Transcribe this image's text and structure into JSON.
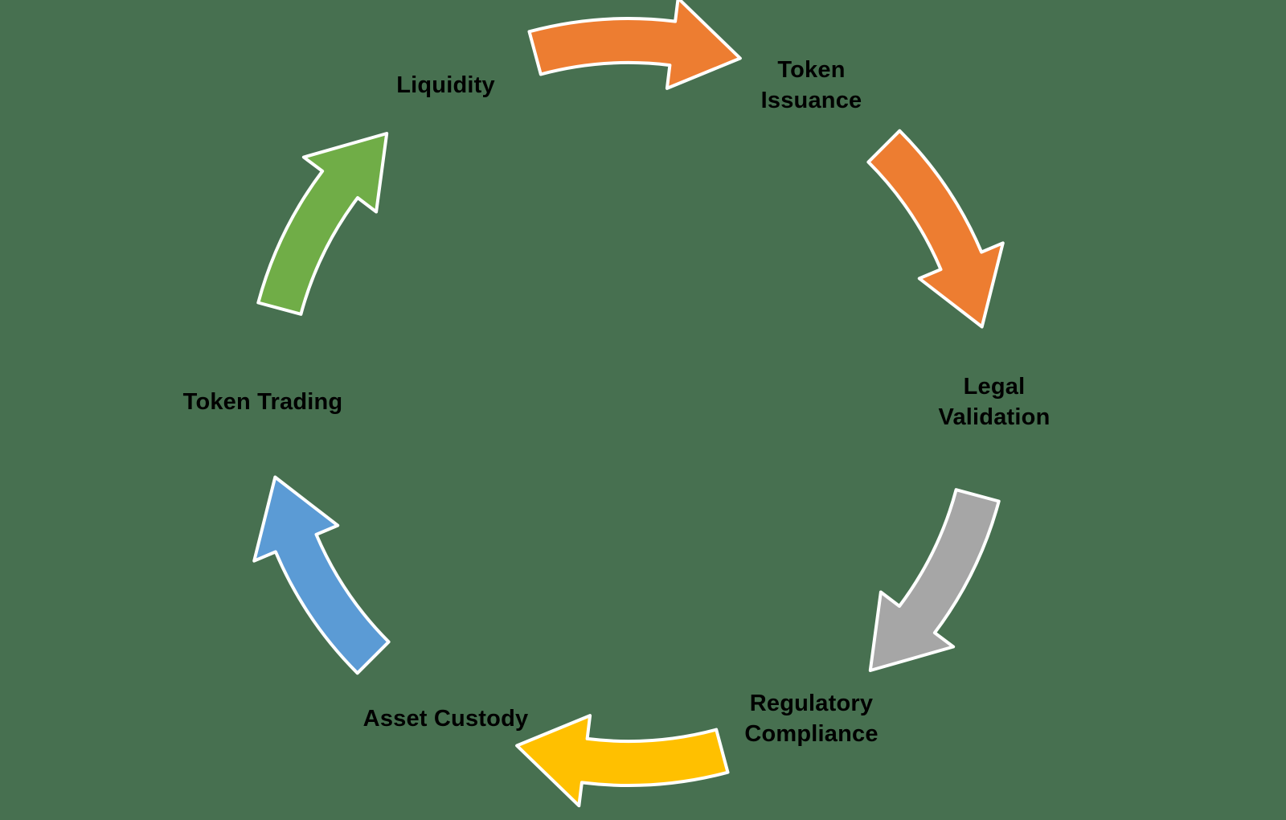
{
  "background_color": "#477050",
  "text_color": "#000000",
  "arrow_outline_color": "#FFFFFF",
  "diagram": {
    "type": "cycle",
    "description": "Six-stage circular process flow with curved block arrows",
    "nodes": [
      {
        "id": "liquidity",
        "label": "Liquidity",
        "lines": [
          "Liquidity"
        ],
        "angle": 120
      },
      {
        "id": "token-issuance",
        "label": "Token Issuance",
        "lines": [
          "Token",
          "Issuance"
        ],
        "angle": 60
      },
      {
        "id": "legal-validation",
        "label": "Legal Validation",
        "lines": [
          "Legal",
          "Validation"
        ],
        "angle": 0
      },
      {
        "id": "regulatory-compliance",
        "label": "Regulatory Compliance",
        "lines": [
          "Regulatory",
          "Compliance"
        ],
        "angle": -60
      },
      {
        "id": "asset-custody",
        "label": "Asset Custody",
        "lines": [
          "Asset Custody"
        ],
        "angle": -120
      },
      {
        "id": "token-trading",
        "label": "Token Trading",
        "lines": [
          "Token Trading"
        ],
        "angle": 180
      }
    ],
    "arrows": [
      {
        "from": "liquidity",
        "to": "token-issuance",
        "color": "#ED7D31"
      },
      {
        "from": "token-issuance",
        "to": "legal-validation",
        "color": "#ED7D31"
      },
      {
        "from": "legal-validation",
        "to": "regulatory-compliance",
        "color": "#A6A6A6"
      },
      {
        "from": "regulatory-compliance",
        "to": "asset-custody",
        "color": "#FFC000"
      },
      {
        "from": "asset-custody",
        "to": "token-trading",
        "color": "#5B9BD5"
      },
      {
        "from": "token-trading",
        "to": "liquidity",
        "color": "#70AD47"
      }
    ]
  }
}
